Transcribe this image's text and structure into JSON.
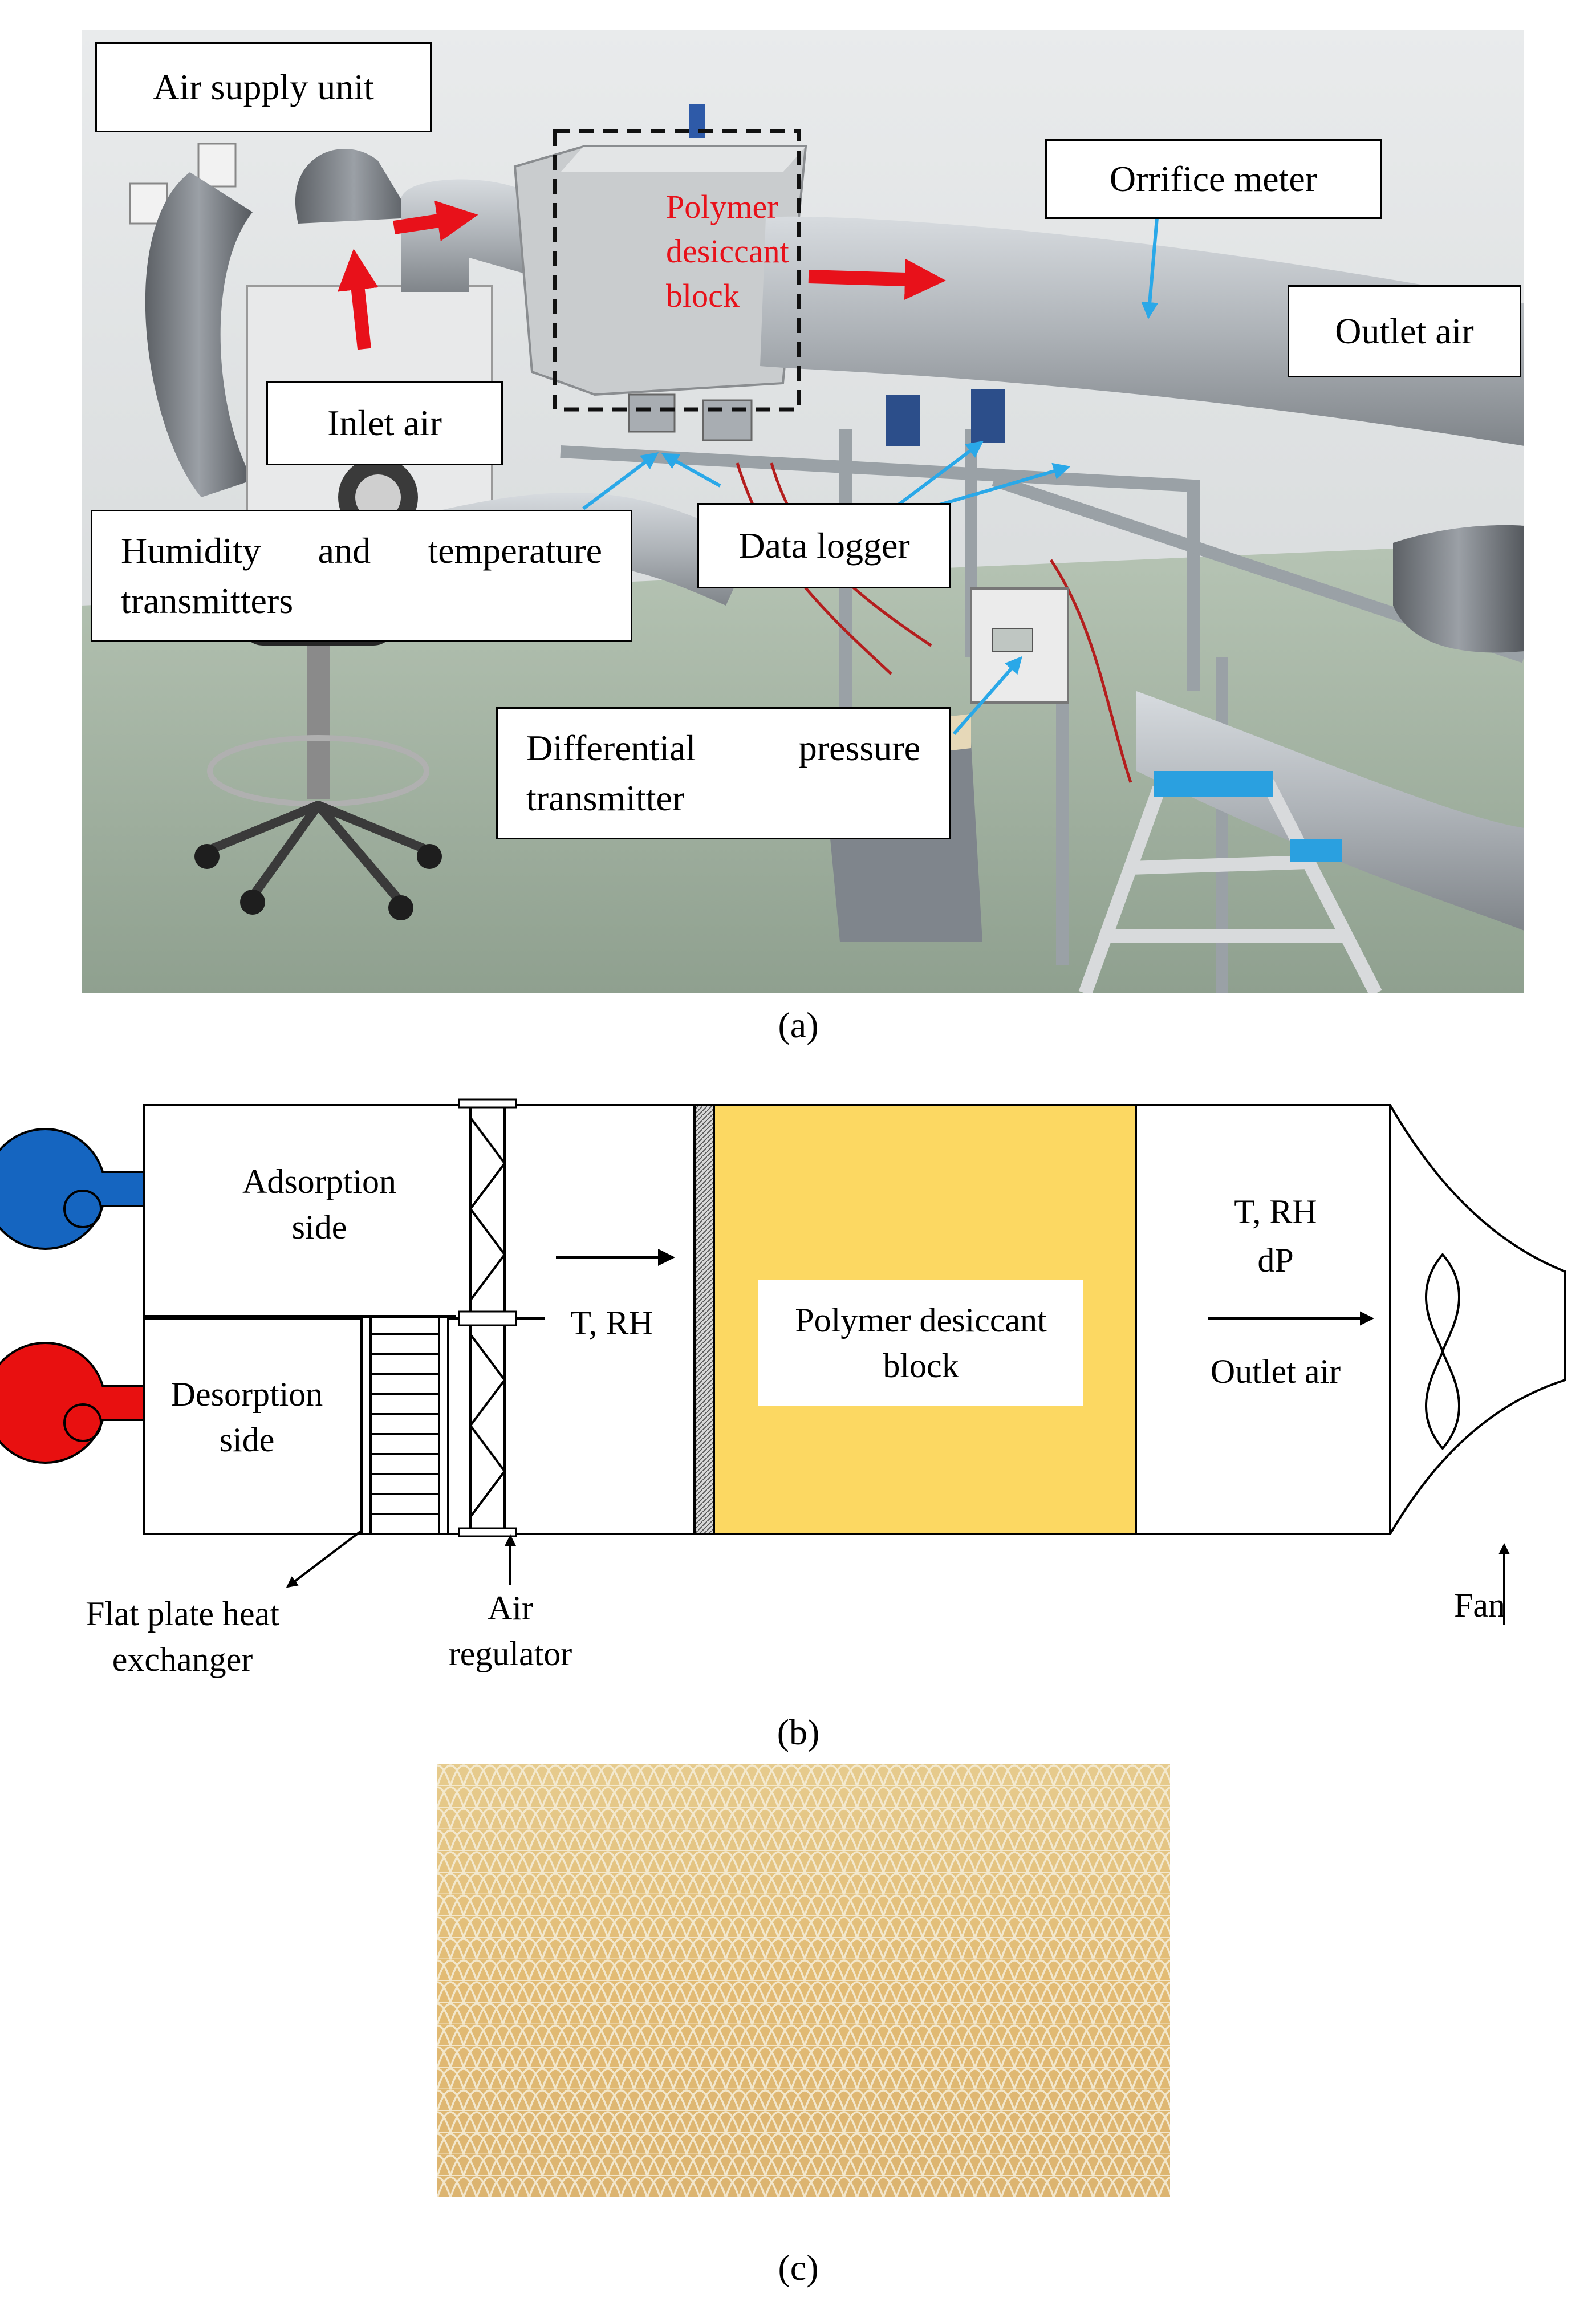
{
  "panel_a": {
    "caption": "(a)",
    "labels": {
      "air_supply_unit": "Air supply unit",
      "polymer_block": [
        "Polymer",
        "desiccant",
        "block"
      ],
      "orrifice_meter": "Orrifice meter",
      "outlet_air": "Outlet air",
      "inlet_air": "Inlet air",
      "humidity_temp": [
        "Humidity and temperature",
        "transmitters"
      ],
      "data_logger": "Data logger",
      "diff_pressure": [
        "Differential pressure",
        "transmitter"
      ]
    },
    "colors": {
      "red_arrow": "#e8111a",
      "blue_arrow": "#2aa8e8",
      "block_label": "#e8111a"
    }
  },
  "panel_b": {
    "caption": "(b)",
    "labels": {
      "adsorption": [
        "Adsorption",
        "side"
      ],
      "desorption": [
        "Desorption",
        "side"
      ],
      "t_rh_in": "T, RH",
      "polymer_block": [
        "Polymer desiccant",
        "block"
      ],
      "t_rh_out": "T, RH",
      "dp": "dP",
      "outlet_air": "Outlet air",
      "flat_plate": [
        "Flat plate heat",
        "exchanger"
      ],
      "air_regulator": [
        "Air",
        "regulator"
      ],
      "fan": "Fan"
    },
    "colors": {
      "adsorption_blower": "#1565c0",
      "desorption_blower": "#e81010",
      "block_fill": "#fcd862"
    }
  },
  "panel_c": {
    "caption": "(c)",
    "colors": {
      "honeycomb_bg": "#e3c07a",
      "honeycomb_line": "#f4ecd6"
    }
  }
}
